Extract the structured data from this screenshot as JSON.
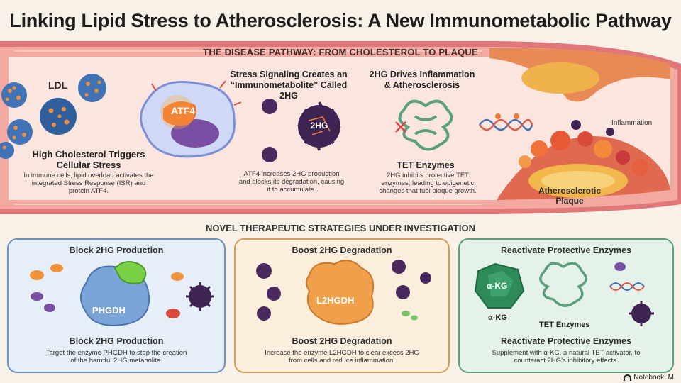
{
  "title": "Linking Lipid Stress to Atherosclerosis: A New Immunometabolic Pathway",
  "pathway": {
    "banner": "THE DISEASE PATHWAY: FROM CHOLESTEROL TO PLAQUE",
    "ldl_label": "LDL",
    "step1": {
      "heading": "High Cholesterol Triggers Cellular Stress",
      "description": "In immune cells, lipid overload activates the integrated Stress Response (ISR) and protein ATF4.",
      "protein_label": "ATF4"
    },
    "step2": {
      "heading": "Stress Signaling Creates an “Immunometabolite” Called 2HG",
      "description": "ATF4 increases 2HG production and blocks its degradation, causing it to accumulate.",
      "molecule_label": "2HG"
    },
    "step3": {
      "heading": "2HG Drives Inflammation & Atherosclerosis",
      "subheading": "TET Enzymes",
      "description": "2HG inhibits protective TET enzymes, leading to epigenetic changes that fuel plaque growth."
    },
    "inflammation_label": "Inflammation",
    "plaque_label": "Atherosclerotic Plaque"
  },
  "strategies": {
    "title": "NOVEL THERAPEUTIC STRATEGIES UNDER INVESTIGATION",
    "panels": [
      {
        "title": "Block 2HG Production",
        "enzyme_label": "PHGDH",
        "subtitle": "Block 2HG Production",
        "description": "Target the enzyme PHGDH to stop the creation of the harmful 2HG metabolite."
      },
      {
        "title": "Boost 2HG Degradation",
        "enzyme_label": "L2HGDH",
        "subtitle": "Boost 2HG Degradation",
        "description": "Increase the enzyme L2HGDH to clear excess 2HG from cells and reduce inflammation."
      },
      {
        "title": "Reactivate Protective Enzymes",
        "gem_label": "α-KG",
        "gem_caption": "α-KG",
        "enzyme_caption": "TET Enzymes",
        "subtitle": "Reactivate Protective Enzymes",
        "description": "Supplement with α-KG, a natural TET activator, to counteract 2HG’s inhibitory effects."
      }
    ]
  },
  "logo": "NotebookLM",
  "colors": {
    "vessel_wall": "#e0787a",
    "vessel_interior": "#fbe5df",
    "ldl_blue": "#3f73b5",
    "ldl_orange": "#f0913c",
    "molecule_purple": "#3d2452",
    "panel1_border": "#6b8fbf",
    "panel2_border": "#d59b58",
    "panel3_border": "#5aa07c"
  }
}
